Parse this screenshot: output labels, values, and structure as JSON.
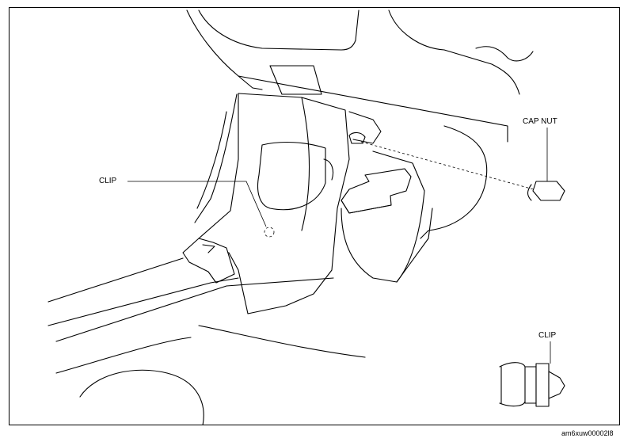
{
  "labels": {
    "cap_nut": "CAP NUT",
    "clip_main": "CLIP",
    "clip_inset": "CLIP",
    "figure_code": "am6xuw00002l8"
  }
}
